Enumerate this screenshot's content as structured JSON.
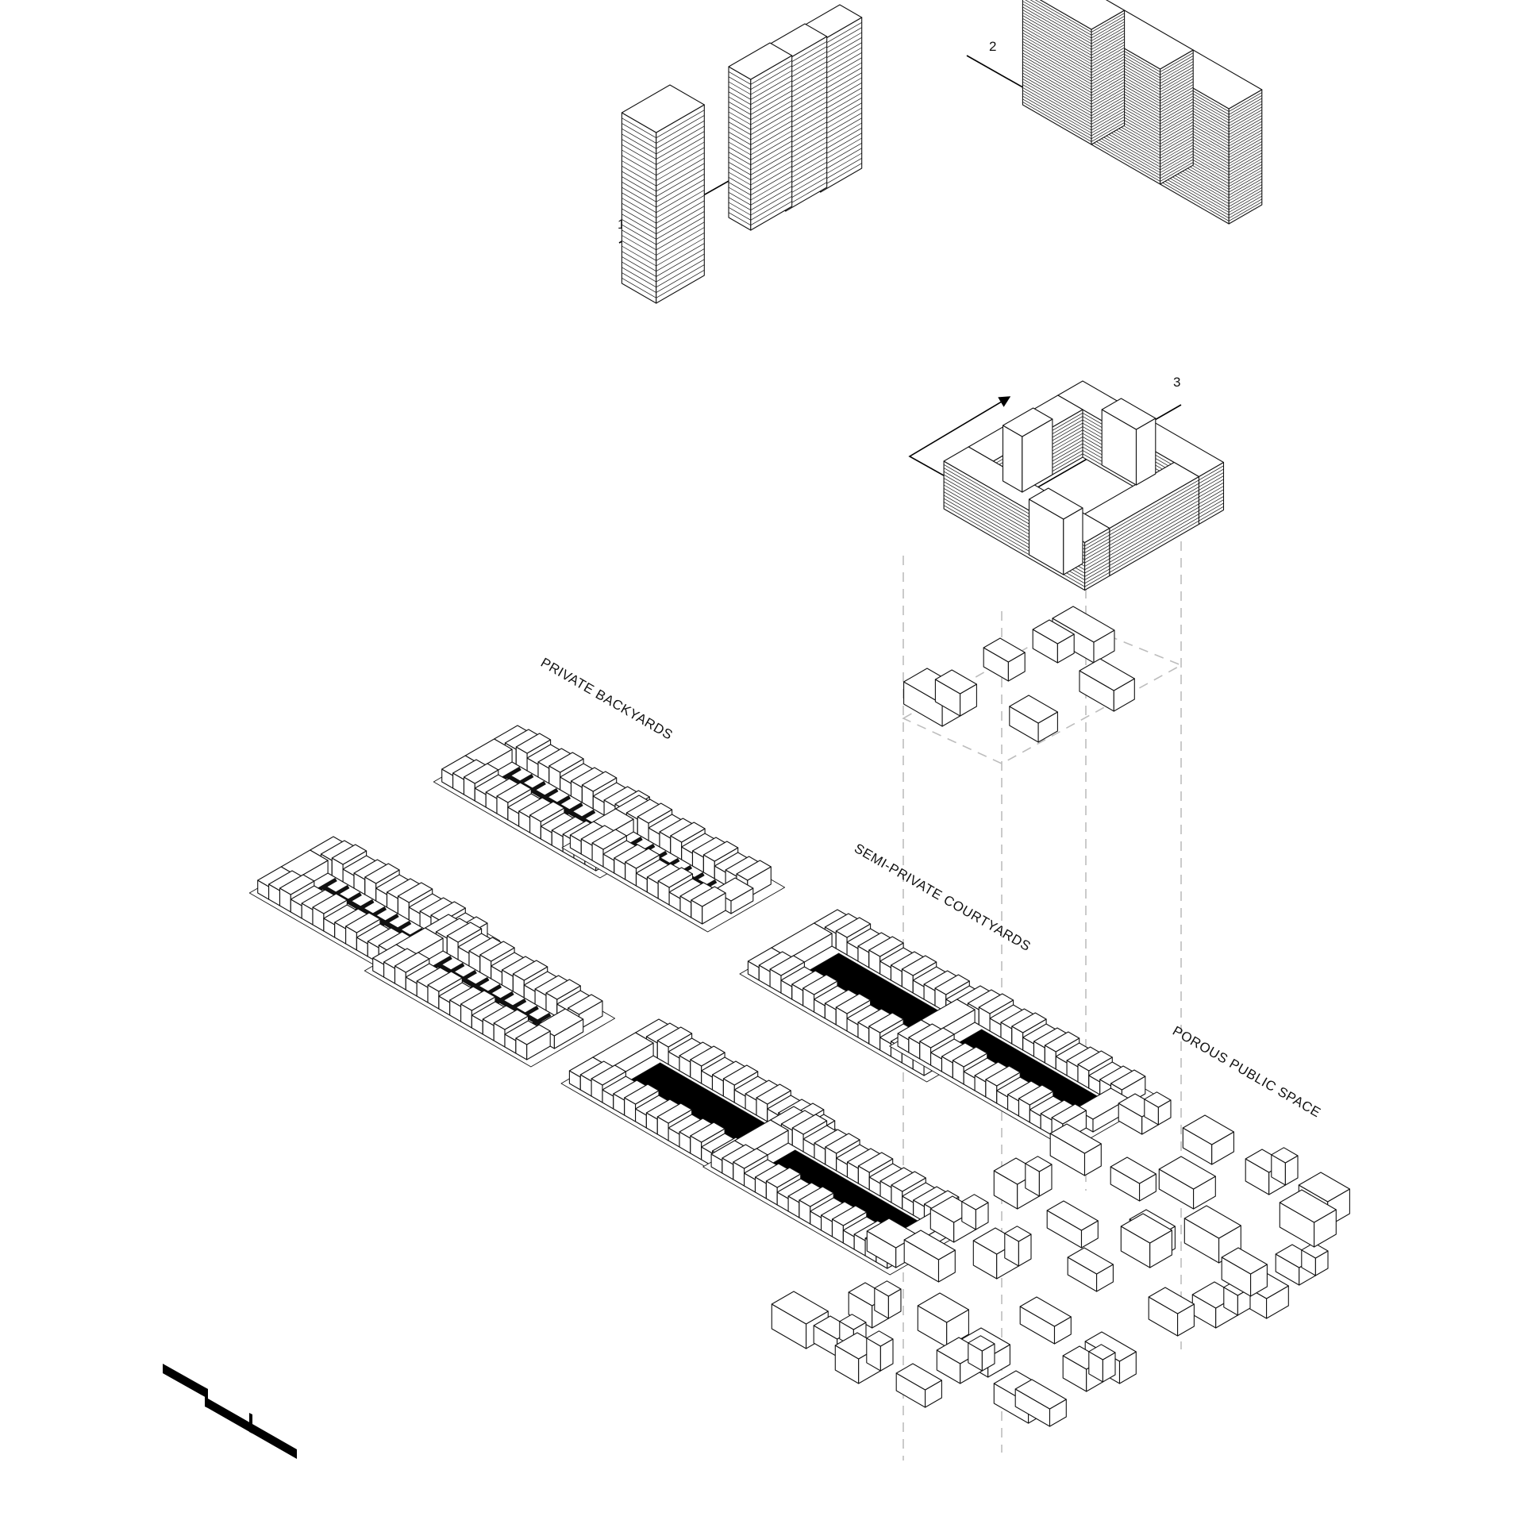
{
  "labels": {
    "step_1": "1",
    "step_2": "2",
    "step_3": "3",
    "private_backyards": "PRIVATE BACKYARDS",
    "semi_private_courtyards": "SEMI-PRIVATE COURTYARDS",
    "porous_public_space": "POROUS PUBLIC SPACE"
  },
  "colors": {
    "line": "#111111",
    "fill": "#ffffff",
    "solid": "#000000",
    "guide": "#bdbdbd"
  },
  "icons": {
    "arrows": "arrow-icon",
    "north": "north-arrow-icon"
  }
}
